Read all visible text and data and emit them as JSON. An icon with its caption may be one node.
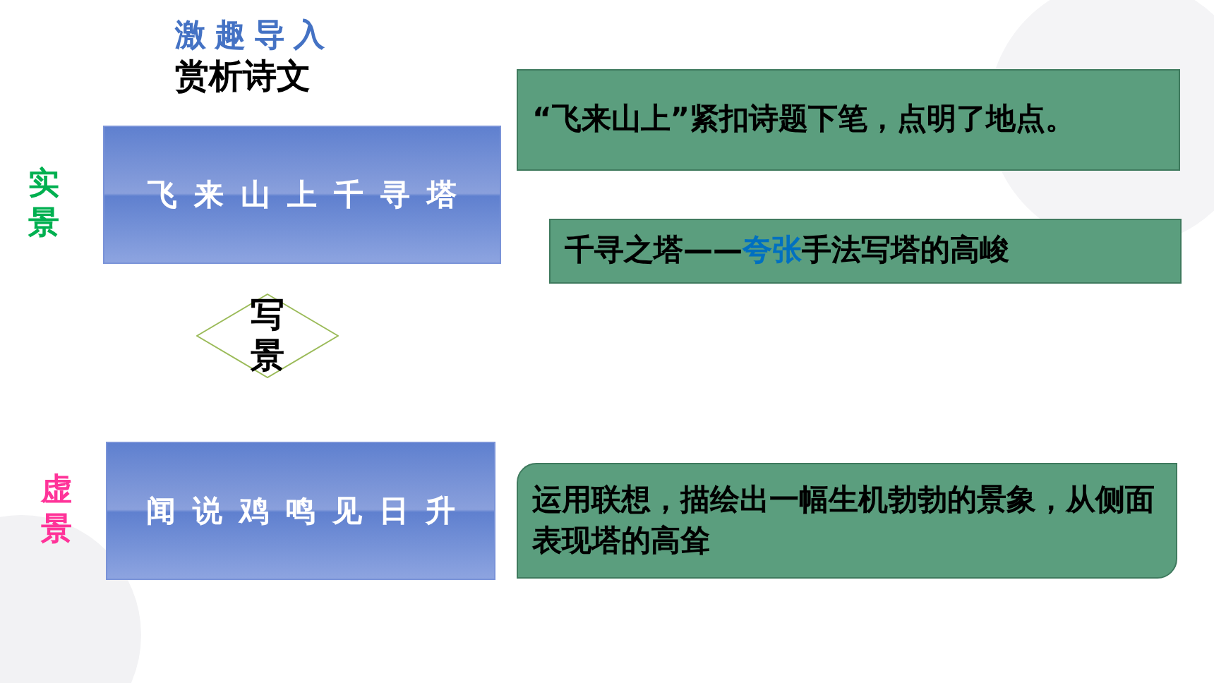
{
  "diagram": {
    "nodes": [
      {
        "text": [
          "飞来山上千寻塔"
        ]
      },
      {
        "text": [
          "写景"
        ]
      },
      {
        "text": [
          "闻说鸡鸣见日升"
        ]
      },
      {
        "text": [
          "“飞来山上”紧扣诗题下笔，点明了地点。"
        ]
      },
      {
        "text": [
          "千寻之塔——**夸张**手法写塔的高峻"
        ]
      },
      {
        "text": [
          "运用联想，描绘出一幅生机勃勃的景象，从侧面表现塔的高耸"
        ]
      }
    ],
    "labels": [
      "激趣导入",
      "赏析诗文",
      "实景",
      "虚景"
    ]
  }
}
